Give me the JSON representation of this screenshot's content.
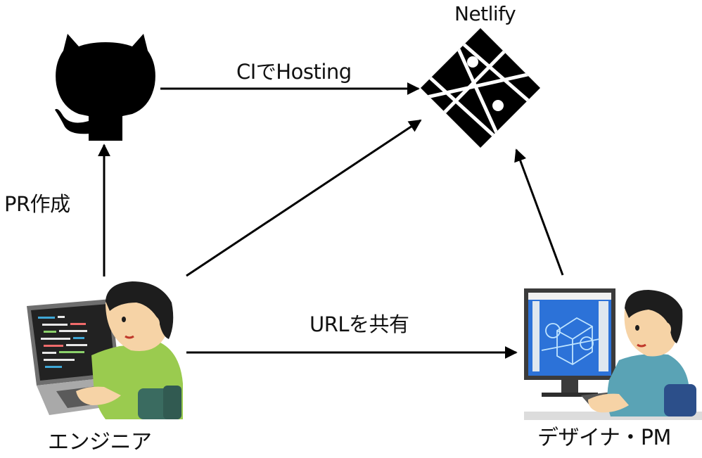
{
  "colors": {
    "arrow": "#000000",
    "netlify": "#000000",
    "github": "#000000",
    "shirt_green": "#9acb4f",
    "shirt_blue": "#5aa3b5",
    "skin": "#f6d3a6",
    "hair": "#1d1d1d",
    "monitor_screen": "#2c72d8",
    "chair": "#3a6b60"
  },
  "icons": {
    "github": "github-octocat-icon",
    "netlify": "netlify-logo-icon",
    "engineer": "engineer-laptop-illustration",
    "designer": "designer-monitor-illustration"
  },
  "labels": {
    "netlify": "Netlify",
    "ci_hosting": "CIでHosting",
    "pr_create": "PR作成",
    "url_share": "URLを共有",
    "engineer": "エンジニア",
    "designer_pm": "デザイナ・PM"
  }
}
